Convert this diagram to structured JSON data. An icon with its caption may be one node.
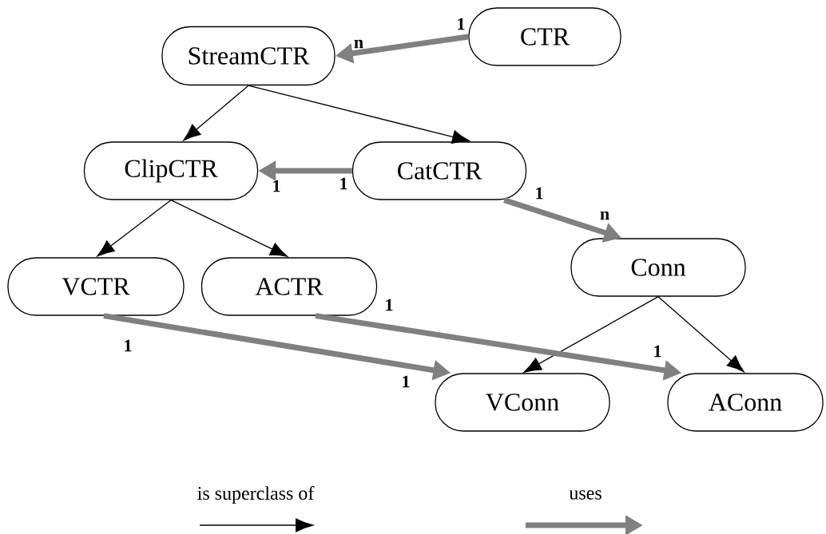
{
  "diagram": {
    "nodes": [
      {
        "text": [
          "StreamCTR"
        ]
      },
      {
        "text": [
          "CTR"
        ]
      },
      {
        "text": [
          "ClipCTR"
        ]
      },
      {
        "text": [
          "CatCTR"
        ]
      },
      {
        "text": [
          "VCTR"
        ]
      },
      {
        "text": [
          "ACTR"
        ]
      },
      {
        "text": [
          "Conn"
        ]
      },
      {
        "text": [
          "VConn"
        ]
      },
      {
        "text": [
          "AConn"
        ]
      }
    ],
    "edges": [
      {
        "from": 0,
        "to": 2,
        "arrow": "to"
      },
      {
        "from": 0,
        "to": 3,
        "arrow": "to"
      },
      {
        "from": 1,
        "to": 0,
        "arrow": "to",
        "style": "thick",
        "color": "#808080"
      },
      {
        "from": 3,
        "to": 2,
        "arrow": "to",
        "style": "thick",
        "color": "#808080"
      },
      {
        "from": 3,
        "to": 6,
        "arrow": "to",
        "style": "thick",
        "color": "#808080"
      },
      {
        "from": 2,
        "to": 4,
        "arrow": "to"
      },
      {
        "from": 2,
        "to": 5,
        "arrow": "to"
      },
      {
        "from": 6,
        "to": 7,
        "arrow": "to"
      },
      {
        "from": 6,
        "to": 8,
        "arrow": "to"
      },
      {
        "from": 4,
        "to": 7,
        "arrow": "to",
        "style": "thick",
        "color": "#808080"
      },
      {
        "from": 5,
        "to": 8,
        "arrow": "to",
        "style": "thick",
        "color": "#808080"
      }
    ],
    "labels": [
      "1",
      "n",
      "1",
      "1",
      "1",
      "n",
      "1",
      "1",
      "1",
      "1"
    ],
    "legend": [
      {
        "text": "is superclass of"
      },
      {
        "text": "uses"
      }
    ]
  }
}
